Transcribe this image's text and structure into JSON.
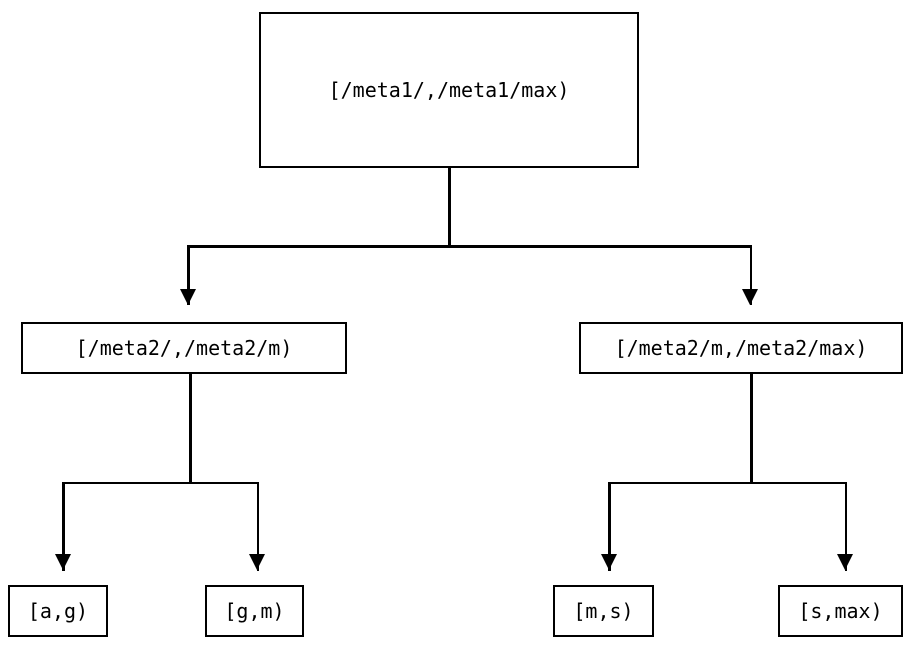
{
  "diagram": {
    "type": "tree",
    "orientation": "top-down",
    "background_color": "#ffffff",
    "line_color": "#000000",
    "text_color": "#000000",
    "nodes": {
      "root": {
        "label": "[/meta1/,/meta1/max)"
      },
      "mid_left": {
        "label": "[/meta2/,/meta2/m)"
      },
      "mid_right": {
        "label": "[/meta2/m,/meta2/max)"
      },
      "leaf_ag": {
        "label": "[a,g)"
      },
      "leaf_gm": {
        "label": "[g,m)"
      },
      "leaf_ms": {
        "label": "[m,s)"
      },
      "leaf_smax": {
        "label": "[s,max)"
      }
    },
    "edges": [
      {
        "from": "root",
        "to": "mid_left",
        "arrow": "down"
      },
      {
        "from": "root",
        "to": "mid_right",
        "arrow": "down"
      },
      {
        "from": "mid_left",
        "to": "leaf_ag",
        "arrow": "down"
      },
      {
        "from": "mid_left",
        "to": "leaf_gm",
        "arrow": "down"
      },
      {
        "from": "mid_right",
        "to": "leaf_ms",
        "arrow": "down"
      },
      {
        "from": "mid_right",
        "to": "leaf_smax",
        "arrow": "down"
      }
    ]
  }
}
